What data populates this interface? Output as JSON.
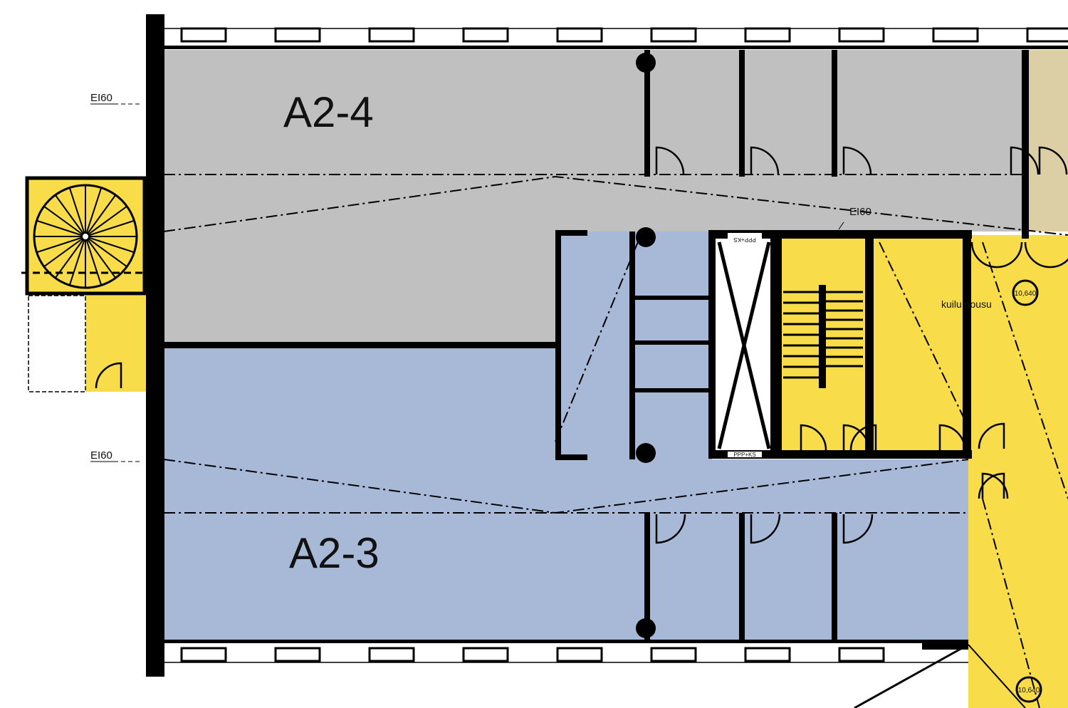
{
  "plan": {
    "rooms": [
      {
        "id": "A2-4",
        "label": "A2-4",
        "color": "#c0c0c0"
      },
      {
        "id": "A2-3",
        "label": "A2-3",
        "color": "#a8b9d8"
      }
    ],
    "colors": {
      "core_yellow": "#f9dc4a",
      "beige": "#dccfa6",
      "lift_white": "#ffffff"
    },
    "fire_ratings": [
      "EI60",
      "EI60",
      "EI60"
    ],
    "shaft_labels": [
      "PPP+KS",
      "PPP+KS"
    ],
    "shaft_note": "kuilu nousu",
    "levels": [
      "10,640",
      "10,640"
    ]
  }
}
